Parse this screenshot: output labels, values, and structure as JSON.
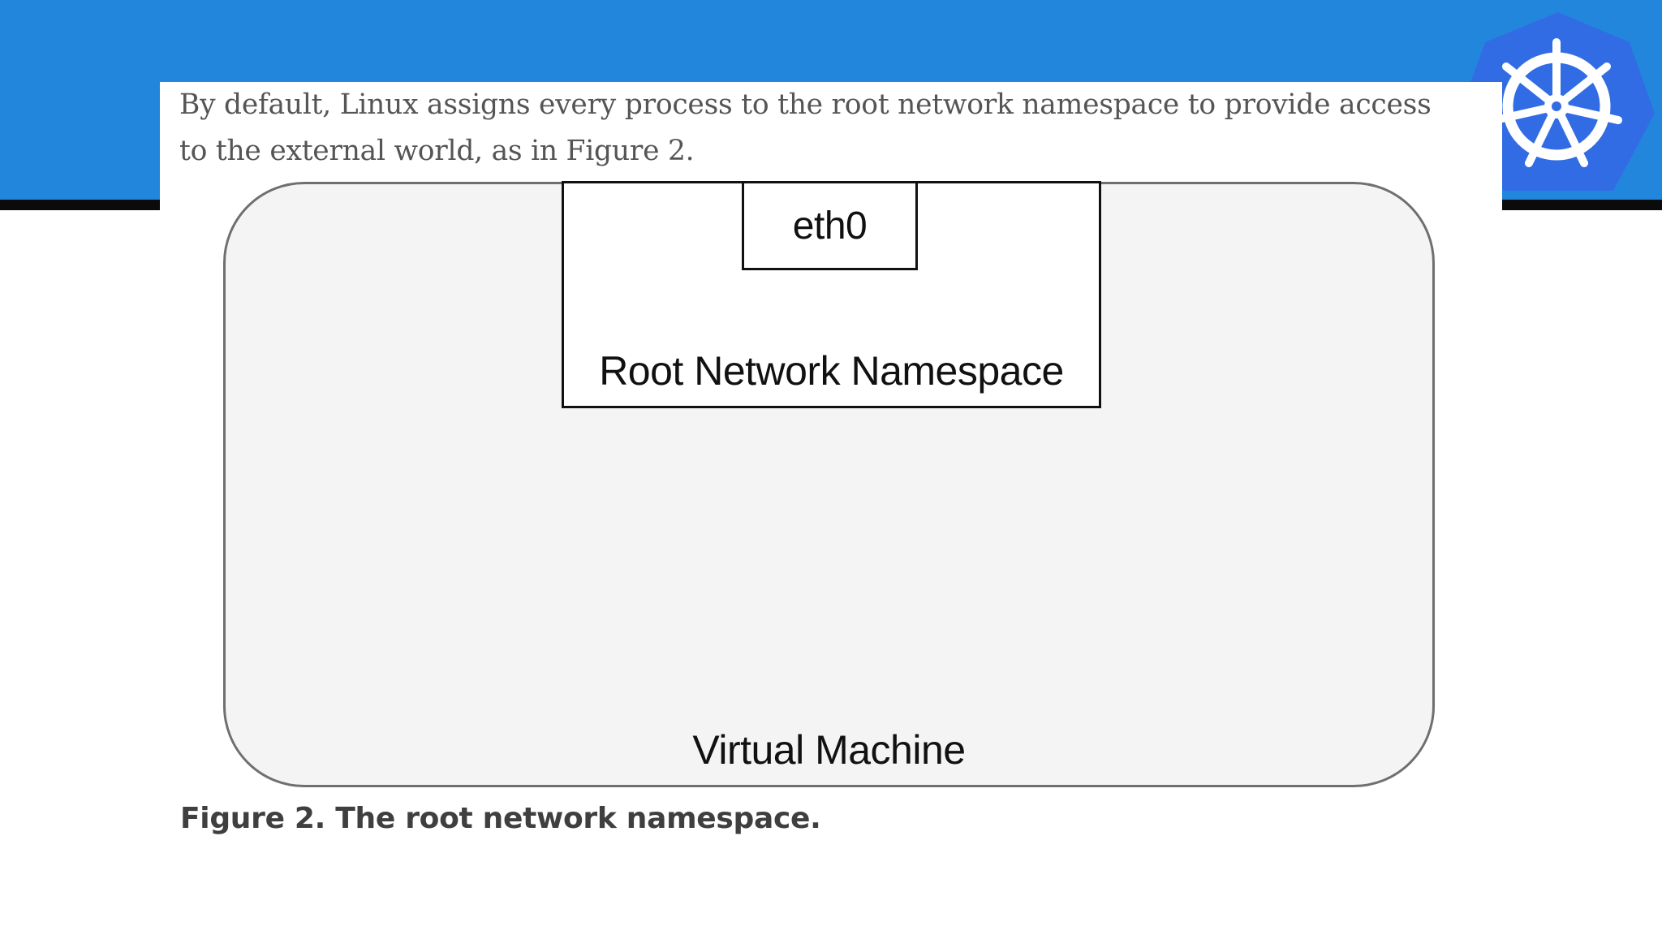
{
  "colors": {
    "header_band": "#2287dc",
    "header_rule": "#0b0b0b",
    "logo_fill": "#326ce5",
    "logo_mark": "#ffffff",
    "vm_fill": "#f4f4f4",
    "vm_border": "#6f6f6f",
    "box_border": "#111111",
    "body_text": "#555555",
    "caption_text": "#3f3f3f"
  },
  "logo": {
    "icon": "kubernetes-helm-wheel-icon"
  },
  "intro": {
    "line1": "By default, Linux assigns every process to the root network namespace to provide access",
    "line2": "to the external world, as in Figure 2."
  },
  "diagram": {
    "outer_label": "Virtual Machine",
    "namespace_label": "Root Network Namespace",
    "interface_label": "eth0"
  },
  "caption": "Figure 2. The root network namespace."
}
